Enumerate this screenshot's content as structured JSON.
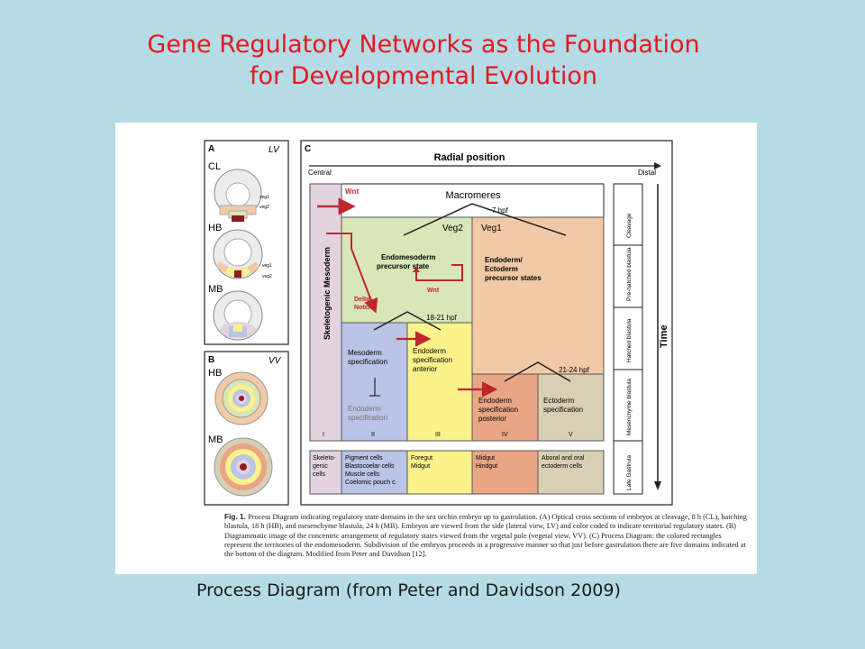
{
  "slide": {
    "title_line1": "Gene Regulatory Networks as the Foundation",
    "title_line2": "for Developmental Evolution",
    "caption": "Process Diagram (from Peter and Davidson 2009)"
  },
  "panel_a": {
    "letter": "A",
    "view": "LV",
    "cl": "CL",
    "hb": "HB",
    "mb": "MB",
    "veg1": "veg1",
    "veg2": "veg2"
  },
  "panel_b": {
    "letter": "B",
    "view": "VV",
    "hb": "HB",
    "mb": "MB"
  },
  "panel_c": {
    "letter": "C",
    "radial_position": "Radial position",
    "central": "Central",
    "distal": "Distal",
    "time": "Time",
    "skeletogenic": "Skeletogenic Mesoderm",
    "wnt_top": "Wnt",
    "macromeres": "Macromeres",
    "hpf7": "7 hpf",
    "veg2": "Veg2",
    "veg1": "Veg1",
    "endomeso_line1": "Endomesoderm",
    "endomeso_line2": "precursor state",
    "wnt_inner": "Wnt",
    "delta_line1": "Delta/",
    "delta_line2": "Notch",
    "endo_ecto_line1": "Endoderm/",
    "endo_ecto_line2": "Ectoderm",
    "endo_ecto_line3": "precursor states",
    "hpf18": "18-21 hpf",
    "hpf21": "21-24 hpf",
    "meso_line1": "Mesoderm",
    "meso_line2": "specification",
    "endo_grey_line1": "Endoderm",
    "endo_grey_line2": "specification",
    "endo_ant_line1": "Endoderm",
    "endo_ant_line2": "specification",
    "endo_ant_line3": "anterior",
    "endo_post_line1": "Endoderm",
    "endo_post_line2": "specification",
    "endo_post_line3": "posterior",
    "ecto_line1": "Ectoderm",
    "ecto_line2": "specification",
    "roman": [
      "I",
      "II",
      "III",
      "IV",
      "V"
    ],
    "stages": [
      "Cleavage",
      "Pre-hatched blastula",
      "Hatched blastula",
      "Mesenchyme blastula",
      "Late Gastrula"
    ],
    "bottom": {
      "skel_line1": "Skeleto-",
      "skel_line2": "genic",
      "skel_line3": "cells",
      "pig_line1": "Pigment cells",
      "pig_line2": "Blastocoelar cells",
      "pig_line3": "Muscle cells",
      "pig_line4": "Coelomic pouch c.",
      "fore_line1": "Foregut",
      "fore_line2": "Midgut",
      "mid_line1": "Midgut",
      "mid_line2": "Hindgut",
      "abo_line1": "Aboral and oral",
      "abo_line2": "ectoderm cells"
    }
  },
  "fig_caption": {
    "label": "Fig. 1.",
    "text": "Process Diagram indicating regulatory state domains in the sea urchin embryo up to gastrulation. (A) Optical cross sections of embryos at cleavage, 8 h (CL), hatching blastula, 18 h (HB), and mesenchyme blastula, 24 h (MB). Embryos are viewed from the side (lateral view, LV) and color coded to indicate territorial regulatory states. (B) Diagrammatic image of the concentric arrangement of regulatory states viewed from the vegetal pole (vegetal view, VV). (C) Process Diagram: the colored rectangles represent the territories of the endomesoderm. Subdivision of the embryos proceeds in a progressive manner so that just before gastrulation there are five domains indicated at the bottom of the diagram. Modified from Peter and Davidson [12]."
  },
  "colors": {
    "background": "#b5dbe6",
    "title": "#e8171f",
    "arrow": "#c0272d",
    "skeletogenic": "#e3d3e1",
    "endomeso": "#d8e6b8",
    "endo_ecto": "#f2c9a7",
    "mesoderm": "#b9c4e6",
    "anterior": "#fbf28c",
    "posterior": "#e9a585",
    "ectoderm": "#d9cfb5"
  }
}
